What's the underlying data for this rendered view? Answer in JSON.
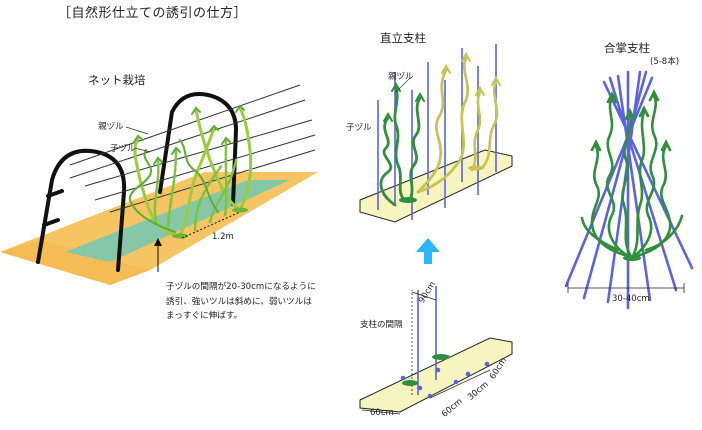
{
  "title": "［自然形仕立ての誘引の仕方］",
  "net": {
    "heading": "ネット栽培",
    "oya_label": "親ヅル",
    "ko_label": "子ヅル",
    "spacing_label": "1.2m",
    "note": "子ヅルの間隔が20-30cmになるように誘引、強いツルは斜めに、弱いツルはまっすぐに伸ばす。"
  },
  "upright": {
    "heading": "直立支柱",
    "oya_label": "親ヅル",
    "ko_label": "子ヅル",
    "spacing_heading": "支柱の間隔",
    "dim_90": "90cm",
    "dim_60_bottom": "60cm",
    "dim_60_side": "60cm",
    "dim_30": "30cm",
    "dim_60_right": "60cm"
  },
  "teepee": {
    "heading": "合掌支柱",
    "count": "(5-8本)",
    "width_label": "30-40cm"
  },
  "colors": {
    "bed": "#f7c463",
    "bed_stripe": "#86c7a8",
    "vine": "#2f8f3a",
    "vine_light": "#9ccc3c",
    "pole": "#5b63e0",
    "arrow": "#29b6f6",
    "tray": "#f7f4bf"
  }
}
